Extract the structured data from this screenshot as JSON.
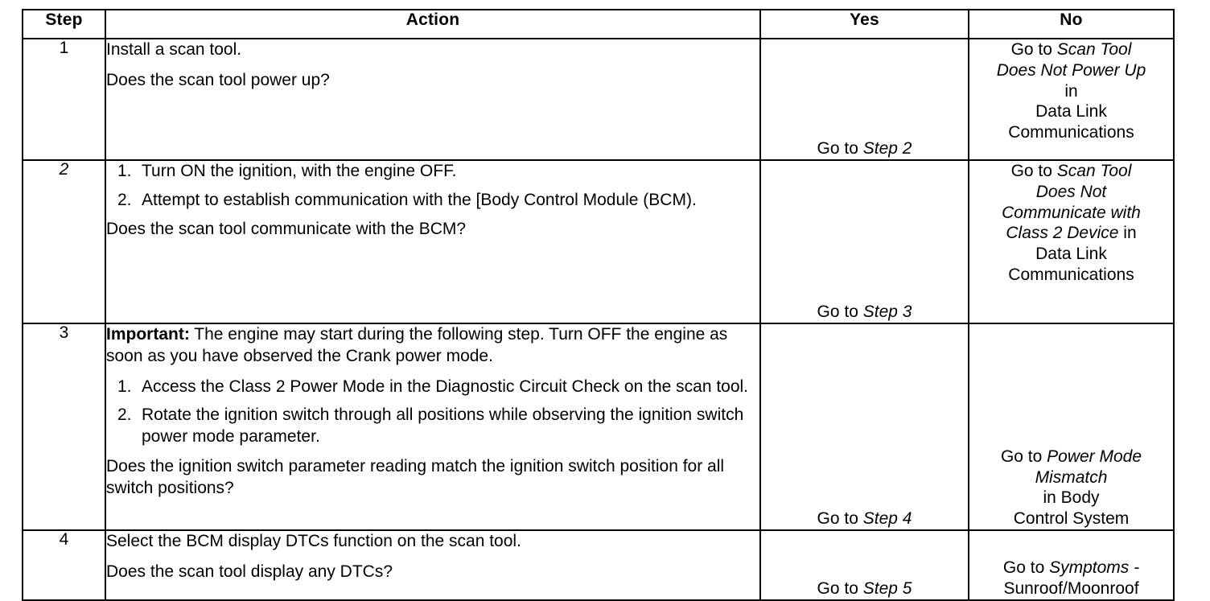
{
  "table": {
    "headers": {
      "step": "Step",
      "action": "Action",
      "yes": "Yes",
      "no": "No"
    },
    "rows": [
      {
        "step": "1",
        "step_italic": false,
        "action": {
          "paragraphs_before": [
            "Install a scan tool."
          ],
          "list": [],
          "paragraphs_after": [
            "Does the scan tool power up?"
          ]
        },
        "yes": {
          "align": "bottom",
          "lines": [
            {
              "pre": "Go to ",
              "italic": "Step 2",
              "post": ""
            }
          ]
        },
        "no": {
          "align": "top",
          "lines": [
            {
              "pre": "Go to ",
              "italic": "Scan Tool",
              "post": ""
            },
            {
              "pre": "",
              "italic": "Does Not Power Up",
              "post": ""
            },
            {
              "pre": "in",
              "italic": "",
              "post": ""
            },
            {
              "pre": "Data Link",
              "italic": "",
              "post": ""
            },
            {
              "pre": "Communications",
              "italic": "",
              "post": ""
            }
          ]
        }
      },
      {
        "step": "2",
        "step_italic": true,
        "action": {
          "paragraphs_before": [],
          "list": [
            {
              "num": "1.",
              "text": "Turn ON the ignition, with the engine OFF."
            },
            {
              "num": "2.",
              "text": "Attempt to establish communication with the [Body Control Module (BCM)."
            }
          ],
          "paragraphs_after": [
            "Does the scan tool communicate with the BCM?"
          ]
        },
        "yes": {
          "align": "bottom",
          "lines": [
            {
              "pre": "Go to ",
              "italic": "Step 3",
              "post": ""
            }
          ]
        },
        "no": {
          "align": "top",
          "lines": [
            {
              "pre": "Go to ",
              "italic": "Scan Tool",
              "post": ""
            },
            {
              "pre": "",
              "italic": "Does Not",
              "post": ""
            },
            {
              "pre": "",
              "italic": "Communicate with",
              "post": ""
            },
            {
              "pre": "",
              "italic": "Class 2 Device",
              "post": " in"
            },
            {
              "pre": "Data Link",
              "italic": "",
              "post": ""
            },
            {
              "pre": "Communications",
              "italic": "",
              "post": ""
            }
          ]
        }
      },
      {
        "step": "3",
        "step_italic": false,
        "action": {
          "important_label": "Important:",
          "important_text": " The engine may start during the following step. Turn OFF the engine as soon as you have observed the Crank power mode.",
          "paragraphs_before": [],
          "list": [
            {
              "num": "1.",
              "text": "Access the Class 2 Power Mode in the Diagnostic Circuit Check on the scan tool."
            },
            {
              "num": "2.",
              "text": "Rotate the ignition switch through all positions while observing the ignition switch power mode parameter."
            }
          ],
          "paragraphs_after": [
            "Does the ignition switch parameter reading match the ignition switch position for all switch positions?"
          ]
        },
        "yes": {
          "align": "bottom",
          "lines": [
            {
              "pre": "Go to ",
              "italic": "Step 4",
              "post": ""
            }
          ]
        },
        "no": {
          "align": "bottom",
          "lines": [
            {
              "pre": "Go to ",
              "italic": "Power Mode",
              "post": ""
            },
            {
              "pre": "",
              "italic": "Mismatch",
              "post": ""
            },
            {
              "pre": "in Body",
              "italic": "",
              "post": ""
            },
            {
              "pre": "Control System",
              "italic": "",
              "post": ""
            }
          ]
        }
      },
      {
        "step": "4",
        "step_italic": false,
        "action": {
          "paragraphs_before": [
            "Select the BCM display DTCs function on the scan tool."
          ],
          "list": [],
          "paragraphs_after": [
            "Does the scan tool display any DTCs?"
          ]
        },
        "yes": {
          "align": "bottom",
          "lines": [
            {
              "pre": "Go to ",
              "italic": "Step 5",
              "post": ""
            }
          ]
        },
        "no": {
          "align": "bottom",
          "lines": [
            {
              "pre": "Go to ",
              "italic": "Symptoms -",
              "post": ""
            },
            {
              "pre": "Sunroof/Moonroof",
              "italic": "",
              "post": ""
            }
          ]
        }
      }
    ]
  },
  "colors": {
    "ink": "#000000",
    "paper": "#ffffff"
  }
}
